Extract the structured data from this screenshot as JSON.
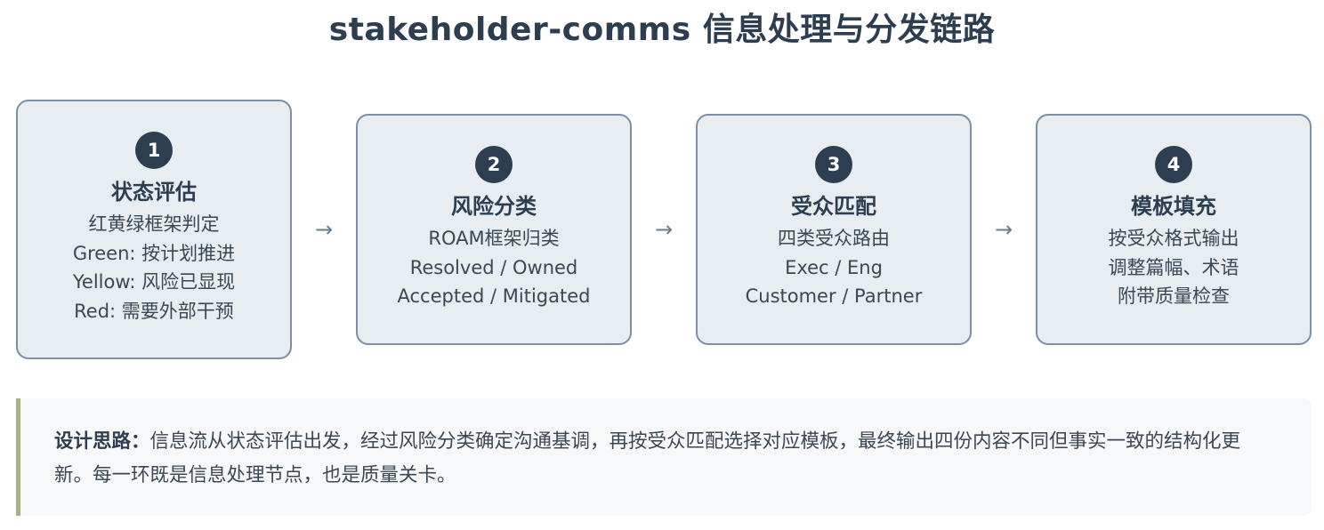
{
  "title": "stakeholder-comms 信息处理与分发链路",
  "steps": [
    {
      "number": "1",
      "name": "状态评估",
      "lines": [
        "红黄绿框架判定",
        "Green: 按计划推进",
        "Yellow: 风险已显现",
        "Red: 需要外部干预"
      ]
    },
    {
      "number": "2",
      "name": "风险分类",
      "lines": [
        "ROAM框架归类",
        "Resolved / Owned",
        "Accepted / Mitigated"
      ]
    },
    {
      "number": "3",
      "name": "受众匹配",
      "lines": [
        "四类受众路由",
        "Exec / Eng",
        "Customer / Partner"
      ]
    },
    {
      "number": "4",
      "name": "模板填充",
      "lines": [
        "按受众格式输出",
        "调整篇幅、术语",
        "附带质量检查"
      ]
    }
  ],
  "arrow_glyph": "→",
  "note": {
    "label": "设计思路：",
    "text": "信息流从状态评估出发，经过风险分类确定沟通基调，再按受众匹配选择对应模板，最终输出四份内容不同但事实一致的结构化更新。每一环既是信息处理节点，也是质量关卡。"
  },
  "colors": {
    "accent": "#2c3e50",
    "box_bg": "#e8edf2",
    "box_border": "#7b8fa6",
    "note_bar": "#a3b18a",
    "note_bg": "#f6f8fa"
  }
}
